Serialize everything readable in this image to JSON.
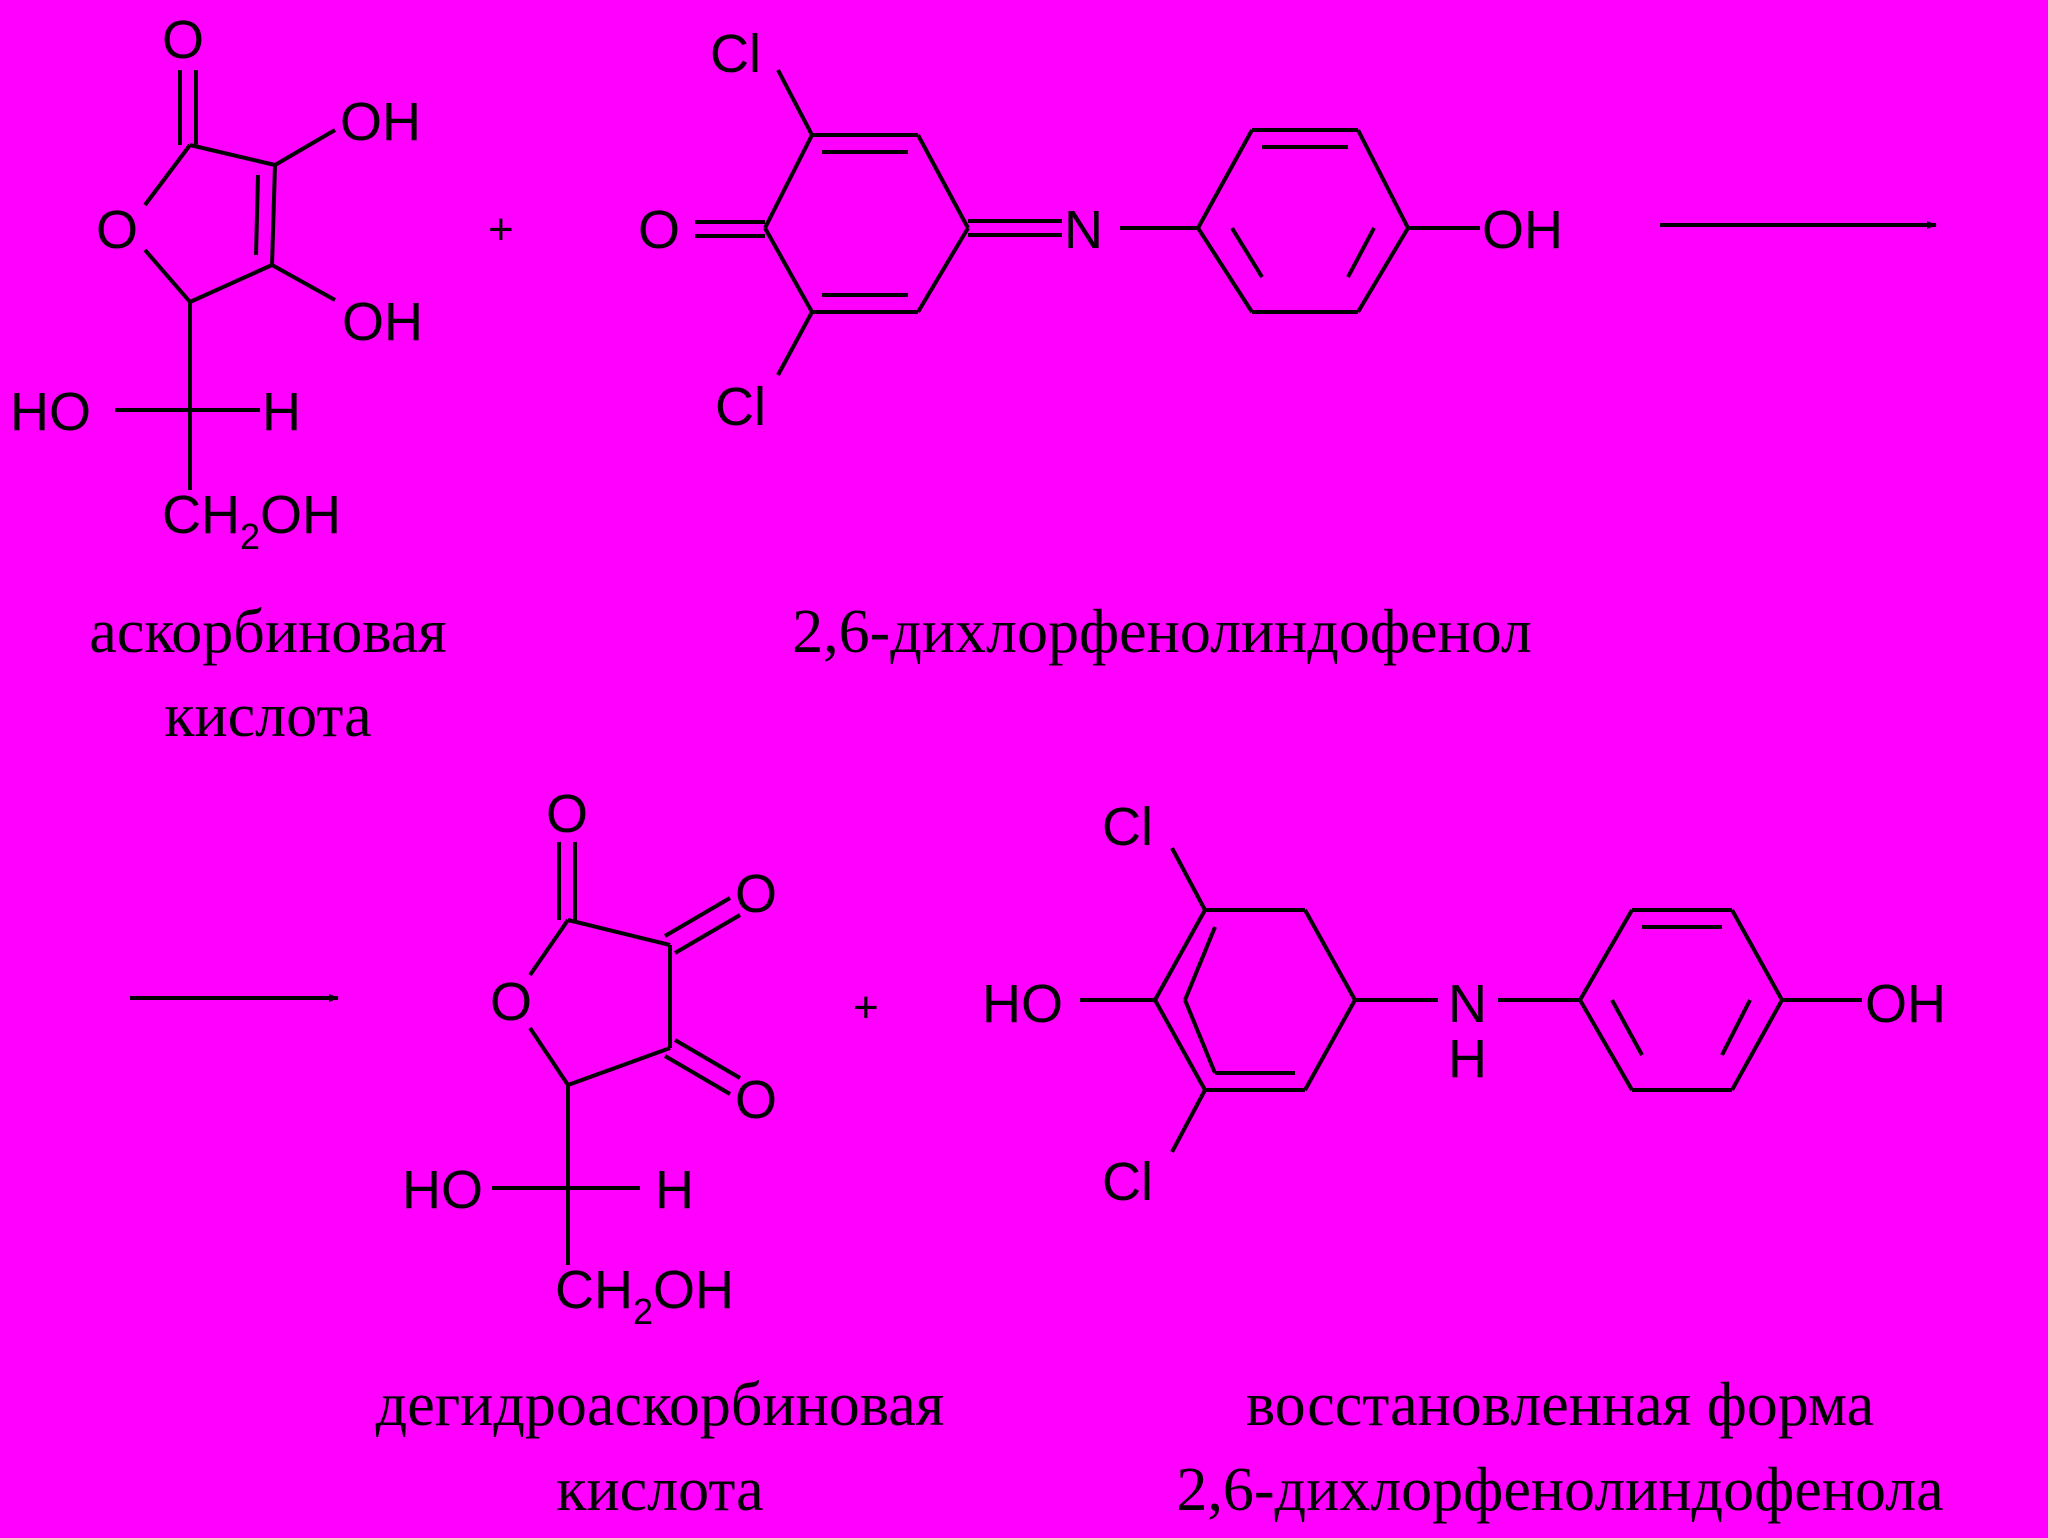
{
  "colors": {
    "background": "#ff00ff",
    "ink": "#000000"
  },
  "atoms": {
    "O": "O",
    "OH": "OH",
    "HO": "HO",
    "H": "H",
    "Cl": "Cl",
    "N": "N",
    "CH": "CH",
    "two": "2"
  },
  "operators": {
    "plus": "+"
  },
  "captions": {
    "ascorbic_1": "аскорбиновая",
    "ascorbic_2": "кислота",
    "dcpip": "2,6-дихлорфенолиндофенол",
    "dehydro_1": "дегидроаскорбиновая",
    "dehydro_2": "кислота",
    "reduced_1": "восстановленная форма",
    "reduced_2": "2,6-дихлорфенолиндофенола"
  }
}
